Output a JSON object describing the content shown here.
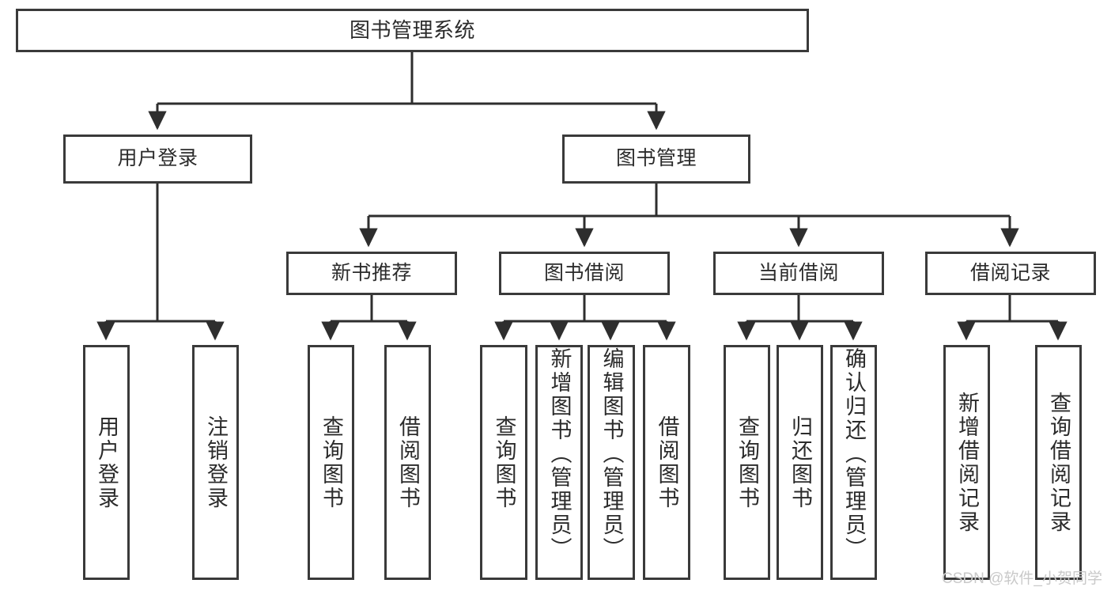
{
  "diagram": {
    "title": "图书管理系统",
    "type": "tree-hierarchy",
    "root": {
      "label": "图书管理系统"
    },
    "level2": [
      {
        "label": "用户登录"
      },
      {
        "label": "图书管理"
      }
    ],
    "level3": [
      {
        "label": "新书推荐"
      },
      {
        "label": "图书借阅"
      },
      {
        "label": "当前借阅"
      },
      {
        "label": "借阅记录"
      }
    ],
    "leaves": {
      "user_login": [
        {
          "label": "用户登录"
        },
        {
          "label": "注销登录"
        }
      ],
      "new_book_recommend": [
        {
          "label": "查询图书"
        },
        {
          "label": "借阅图书"
        }
      ],
      "book_borrow": [
        {
          "label": "查询图书"
        },
        {
          "label": "新增图书（管理员）"
        },
        {
          "label": "编辑图书（管理员）"
        },
        {
          "label": "借阅图书"
        }
      ],
      "current_borrow": [
        {
          "label": "查询图书"
        },
        {
          "label": "归还图书"
        },
        {
          "label": "确认归还（管理员）"
        }
      ],
      "borrow_record": [
        {
          "label": "新增借阅记录"
        },
        {
          "label": "查询借阅记录"
        }
      ]
    }
  },
  "watermark": {
    "text": "CSDN @软件_小贺同学"
  },
  "colors": {
    "border": "#3a3a3a",
    "edge": "#2e2e2e",
    "text": "#2b2b2b",
    "background": "#ffffff",
    "watermark": "#c9c9c9"
  }
}
